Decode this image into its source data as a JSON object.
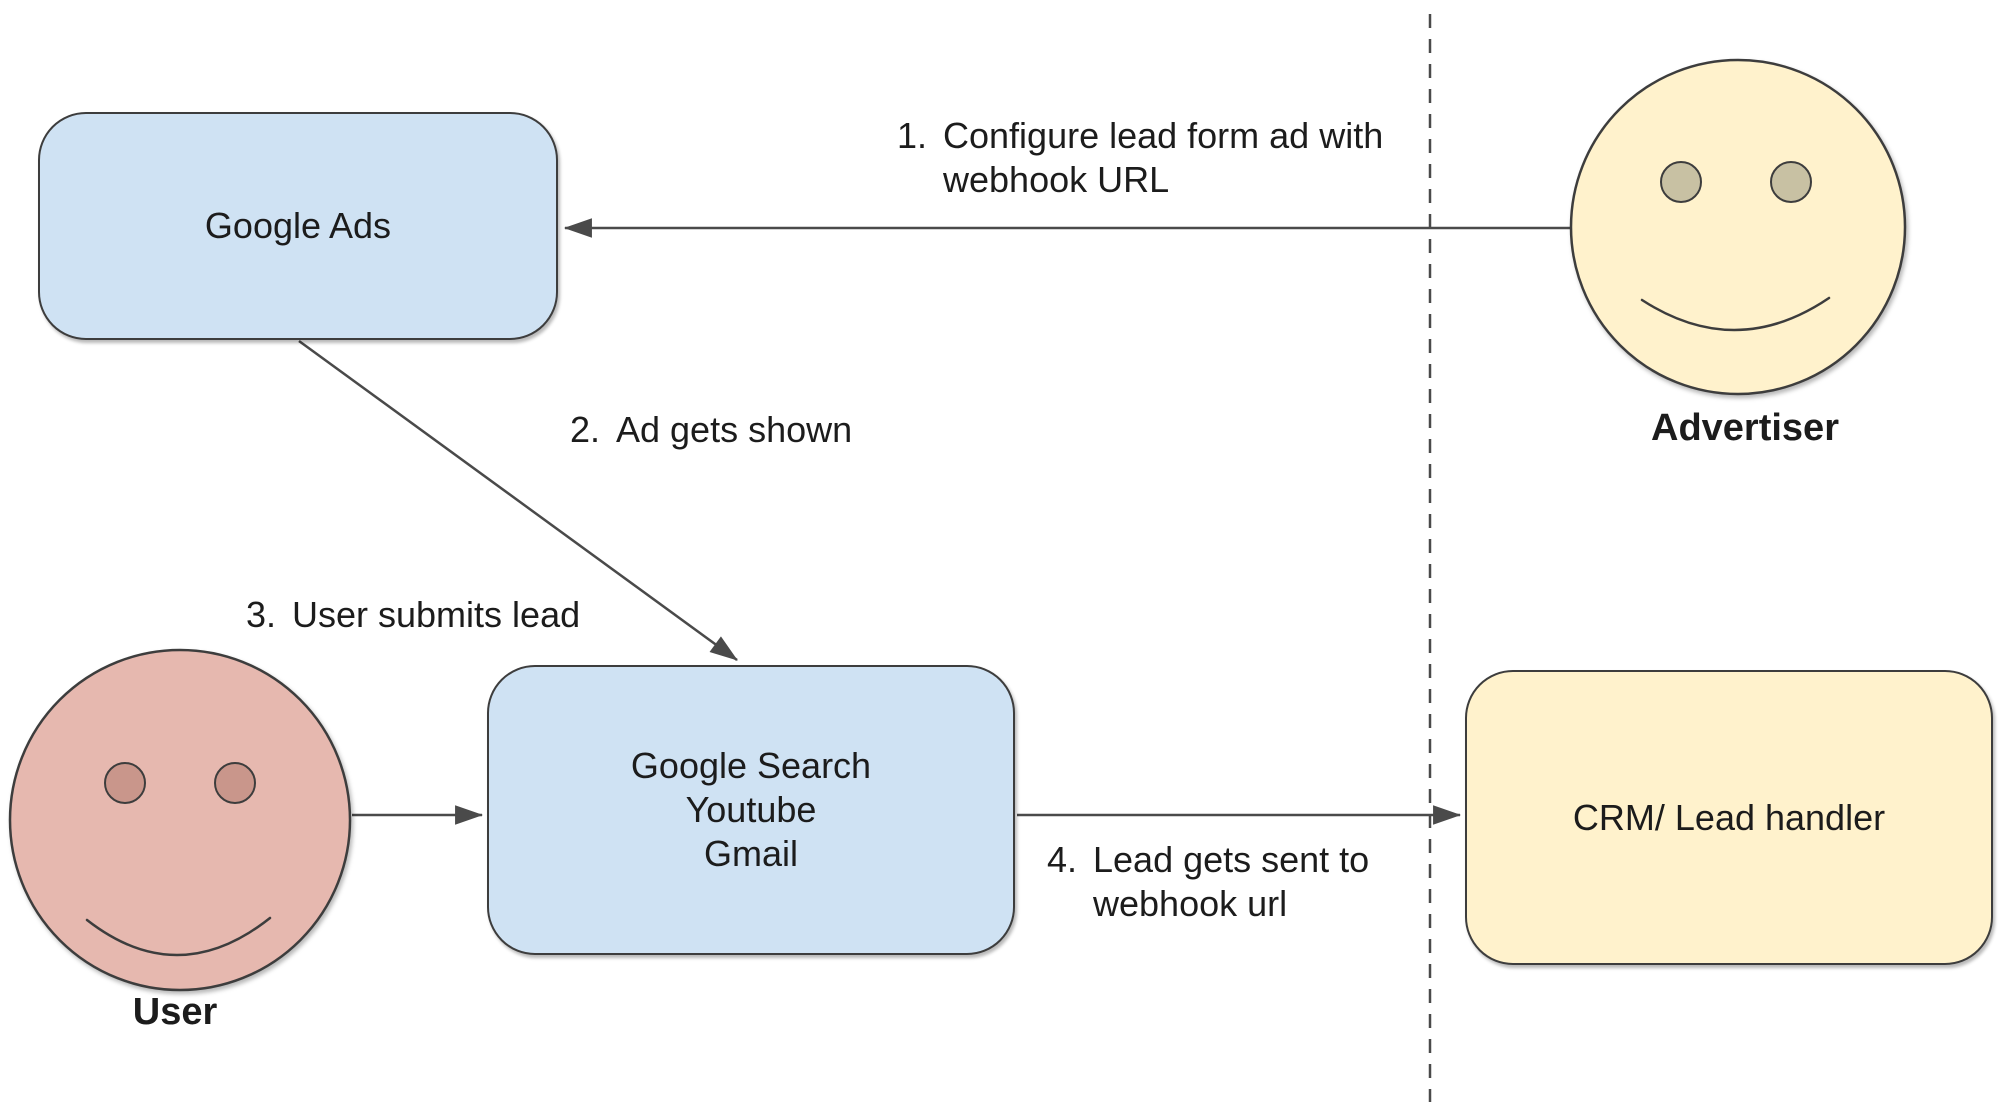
{
  "canvas": {
    "background": "#ffffff"
  },
  "colors": {
    "box_blue": "#cfe2f3",
    "box_yellow": "#fff2cc",
    "face_user": "#e6b8af",
    "eye_user": "#c9968b",
    "eye_advertiser": "#c8c1a3",
    "line": "#4a4a4a",
    "border": "#3d3d3d",
    "text": "#1c1c1c"
  },
  "nodes": {
    "google_ads": {
      "label": "Google Ads"
    },
    "google_surfaces": {
      "lines": [
        "Google Search",
        "Youtube",
        "Gmail"
      ]
    },
    "crm": {
      "label": "CRM/ Lead handler"
    }
  },
  "actors": {
    "advertiser": {
      "label": "Advertiser"
    },
    "user": {
      "label": "User"
    }
  },
  "steps": {
    "step1": {
      "num": "1.",
      "line1": "Configure lead form ad with",
      "line2": "webhook URL"
    },
    "step2": {
      "num": "2.",
      "line1": "Ad gets shown"
    },
    "step3": {
      "num": "3.",
      "line1": "User submits lead"
    },
    "step4": {
      "num": "4.",
      "line1": "Lead gets sent to",
      "line2": "webhook url"
    }
  }
}
